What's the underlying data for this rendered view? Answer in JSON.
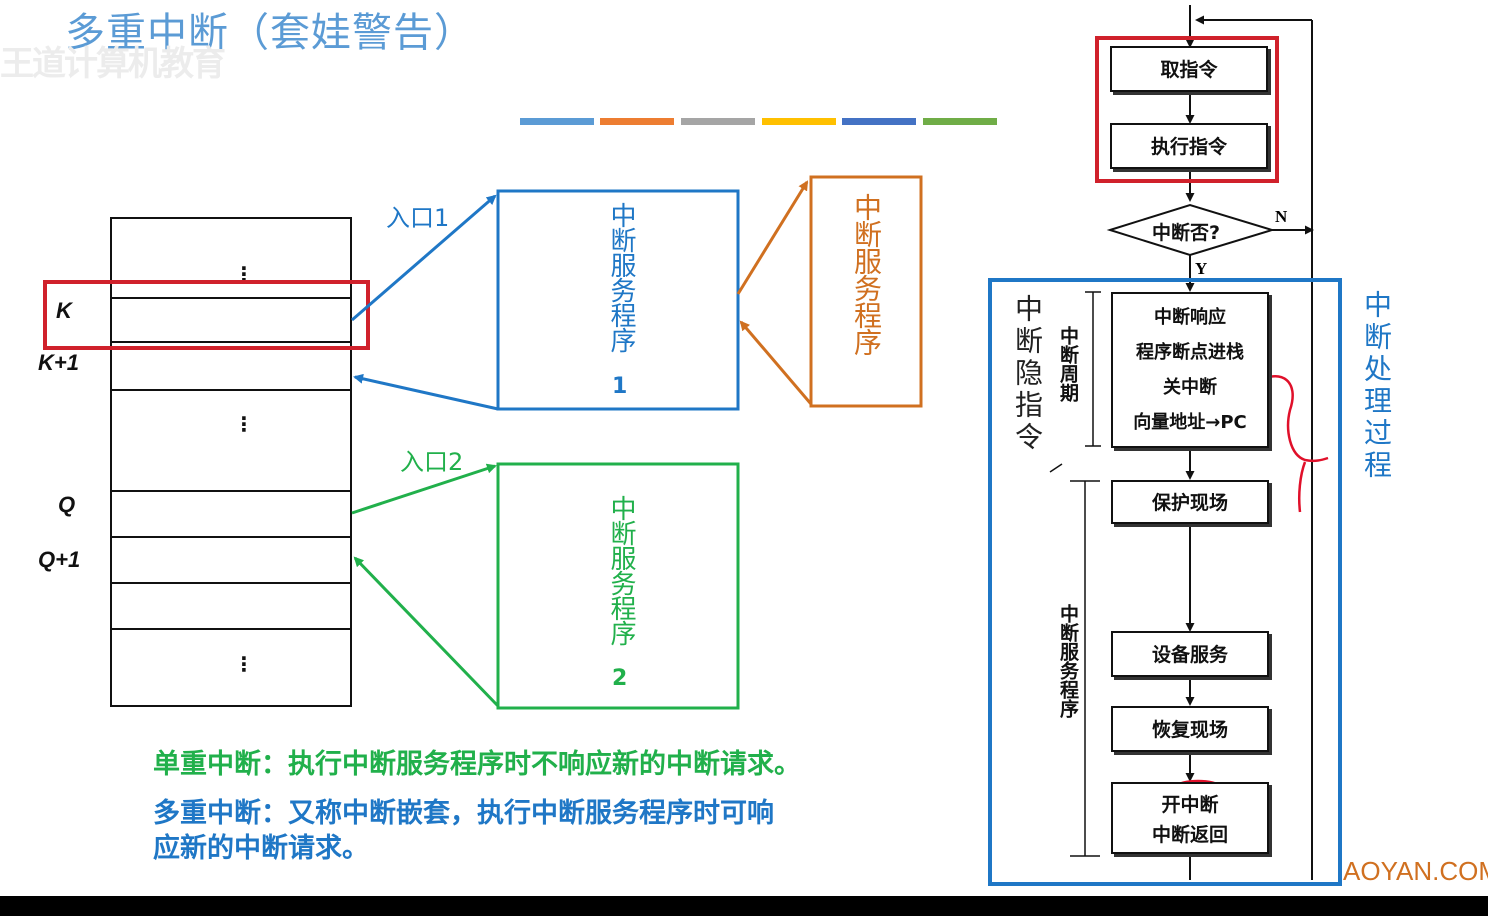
{
  "watermark": "王道计算机教育",
  "title": "多重中断（套娃警告）",
  "color_bars": [
    "#5b9bd5",
    "#ed7d31",
    "#a5a5a5",
    "#ffc000",
    "#4472c4",
    "#70ad47"
  ],
  "memory": {
    "dots": "⋮",
    "addresses": {
      "k": "K",
      "k1": "K+1",
      "q": "Q",
      "q1": "Q+1"
    }
  },
  "entries": {
    "entry1": "入口1",
    "entry2": "入口2"
  },
  "isr1": {
    "label": "中断服务程序",
    "num": "1"
  },
  "isr2": {
    "label": "中断服务程序",
    "num": "2"
  },
  "isr_nested": {
    "label": "中断服务程序"
  },
  "notes": {
    "single": "单重中断：执行中断服务程序时不响应新的中断请求。",
    "multi_line1": "多重中断：又称中断嵌套，执行中断服务程序时可响",
    "multi_line2": "应新的中断请求。"
  },
  "flow": {
    "fetch": "取指令",
    "execute": "执行指令",
    "decision": "中断否?",
    "no": "N",
    "yes": "Y",
    "response": [
      "中断响应",
      "程序断点进栈",
      "关中断",
      "向量地址→PC"
    ],
    "protect": "保护现场",
    "service": "设备服务",
    "restore": "恢复现场",
    "enable": "开中断",
    "return": "中断返回",
    "cycle_label": "中断周期",
    "isr_label": "中断服务程序",
    "hidden_label": "中断隐指令",
    "process_label": "中断处理过程"
  },
  "footer_brand": "AOYAN.COM"
}
